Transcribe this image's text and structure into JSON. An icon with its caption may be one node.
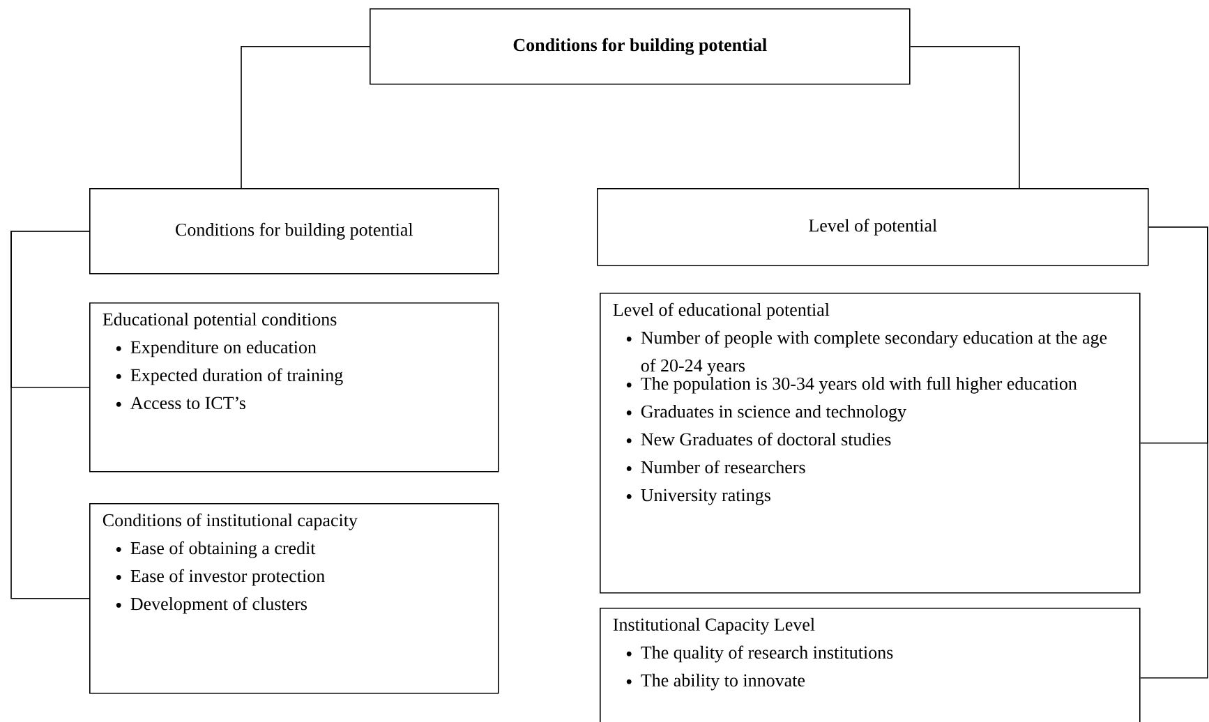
{
  "diagram": {
    "nodes": [
      {
        "text": [
          "Conditions for building potential"
        ]
      },
      {
        "text": [
          "Conditions for building potential"
        ]
      },
      {
        "text": [
          "Level of potential"
        ]
      },
      {
        "text": [
          "Educational potential conditions",
          "Expenditure on education",
          "Expected duration of training",
          "Access to ICT’s"
        ]
      },
      {
        "text": [
          "Conditions of institutional capacity",
          "Ease of obtaining a credit",
          "Ease of investor protection",
          "Development of clusters"
        ]
      },
      {
        "text": [
          "Level of educational potential",
          "Number of people with complete secondary education at the age of 20-24 years",
          "The population is 30-34 years old with full higher education",
          "Graduates in science and technology",
          "New Graduates of doctoral studies",
          "Number of researchers",
          "University ratings"
        ]
      },
      {
        "text": [
          "Institutional Capacity Level",
          "The quality of research institutions",
          "The ability to innovate"
        ]
      }
    ],
    "edges": [
      {
        "from": 0,
        "to": 1,
        "arrow": "none"
      },
      {
        "from": 0,
        "to": 2,
        "arrow": "none"
      },
      {
        "from": 1,
        "to": 3,
        "arrow": "none"
      },
      {
        "from": 1,
        "to": 4,
        "arrow": "none"
      },
      {
        "from": 2,
        "to": 5,
        "arrow": "none"
      },
      {
        "from": 2,
        "to": 6,
        "arrow": "none"
      }
    ]
  }
}
